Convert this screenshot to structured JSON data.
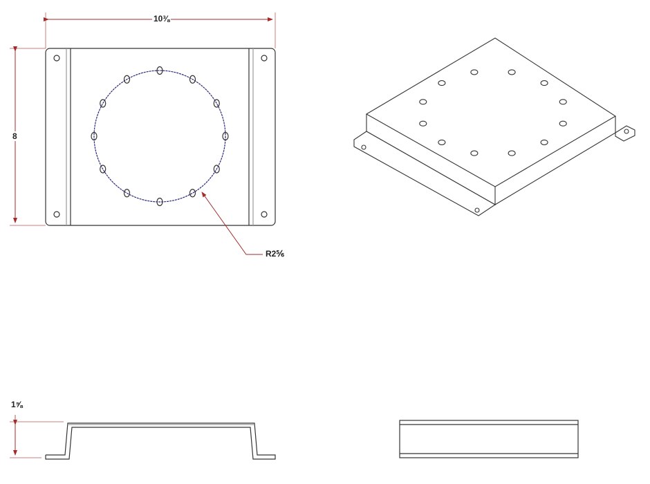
{
  "dimensions": {
    "width": "10⅜",
    "height": "8",
    "radius": "R2⅚",
    "flange_height": "1⅝"
  },
  "colors": {
    "line": "#333333",
    "dimension": "#a52a2a",
    "bolt_circle": "#2a2a7a"
  },
  "bolt_circle_holes": 12
}
